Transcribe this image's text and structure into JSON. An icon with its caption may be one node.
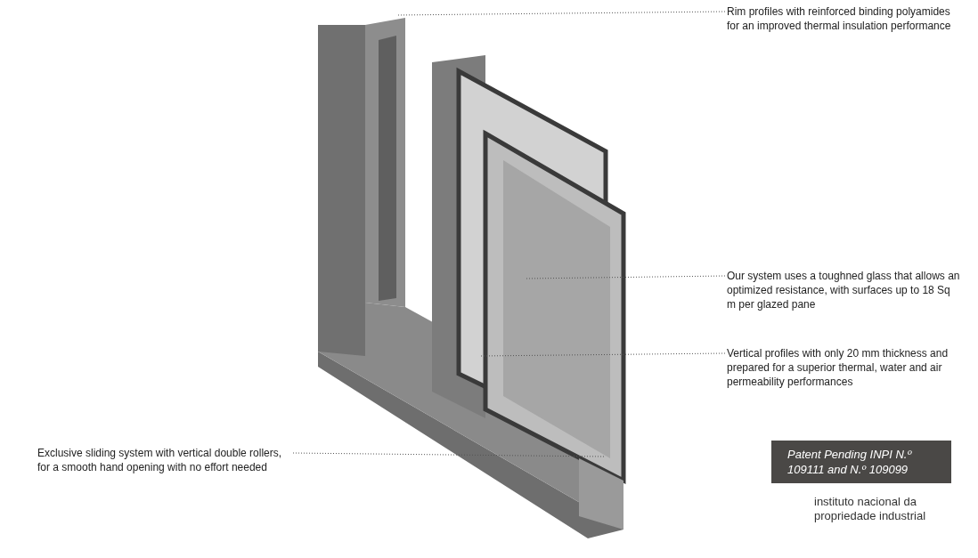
{
  "diagram": {
    "nodes": [
      {
        "text": [
          "Rim profiles with reinforced binding polyamides for an improved thermal insulation performance"
        ]
      },
      {
        "text": [
          "Our system uses a toughned glass that allows an optimized resistance, with surfaces up to 18 Sq m per glazed pane"
        ]
      },
      {
        "text": [
          "Vertical profiles with only 20 mm thickness and prepared for a superior thermal, water and air permeability performances"
        ]
      },
      {
        "text": [
          "Exclusive sliding system with vertical double rollers, for a smooth hand opening with no effort needed"
        ]
      },
      {
        "text": [
          "Patent Pending INPI N.º 109111 and N.º 109099"
        ]
      }
    ],
    "edges": [
      {
        "from": 0,
        "to": null,
        "arrow": "none",
        "style": "dashed"
      },
      {
        "from": 1,
        "to": null,
        "arrow": "none",
        "style": "dashed"
      },
      {
        "from": 2,
        "to": null,
        "arrow": "none",
        "style": "dashed"
      },
      {
        "from": 3,
        "to": null,
        "arrow": "none",
        "style": "dashed"
      }
    ],
    "labels": [
      "instituto nacional da propriedade industrial"
    ]
  }
}
